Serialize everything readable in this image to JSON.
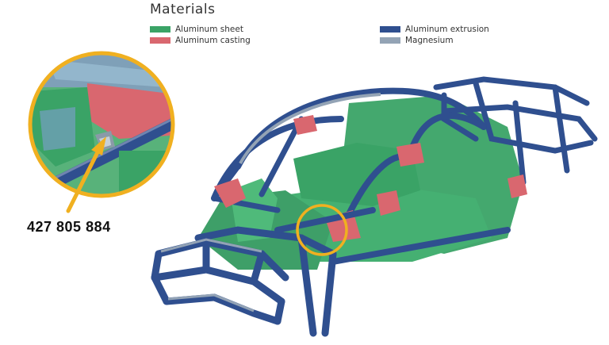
{
  "title": "Materials",
  "legend": [
    {
      "label": "Aluminum sheet",
      "color": "#3aa366"
    },
    {
      "label": "Aluminum casting",
      "color": "#d9676f"
    },
    {
      "label": "Aluminum extrusion",
      "color": "#2f4f8f"
    },
    {
      "label": "Magnesium",
      "color": "#93a3b5"
    }
  ],
  "callout": {
    "part_number": "427 805 884",
    "highlight_color": "#f0b020"
  }
}
